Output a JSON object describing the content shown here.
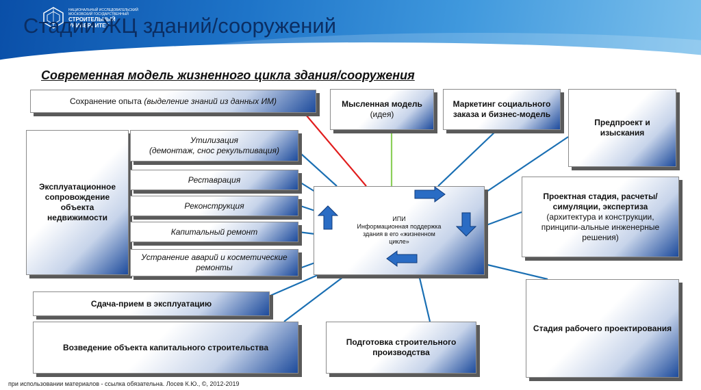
{
  "header": {
    "title": "Стадии ЖЦ зданий/сооружений",
    "logo_small": "НАЦИОНАЛЬНЫЙ ИССЛЕДОВАТЕЛЬСКИЙ МОСКОВСКИЙ ГОСУДАРСТВЕННЫЙ",
    "logo_big": "СТРОИТЕЛЬНЫЙ УНИВЕРСИТЕТ"
  },
  "subtitle": "Современная модель жизненного цикла здания/сооружения",
  "boxes": {
    "experience": {
      "main": "Сохранение опыта",
      "note": "(выделение знаний из данных ИМ)"
    },
    "mental_model": {
      "main": "Мысленная модель",
      "note": "(идея)"
    },
    "marketing": {
      "main": "Маркетинг социального заказа и бизнес-модель"
    },
    "pre_project": {
      "main": "Предпроект и изыскания"
    },
    "operation": {
      "main": "Эксплуатационное сопровождение объекта недвижимости"
    },
    "utilization": {
      "line1": "Утилизация",
      "line2": "(демонтаж, снос рекультивация)"
    },
    "restoration": {
      "main": "Реставрация"
    },
    "reconstruction": {
      "main": "Реконструкция"
    },
    "capital_repair": {
      "main": "Капитальный ремонт"
    },
    "accidents": {
      "main": "Устранение аварий и косметические ремонты"
    },
    "center": {
      "line1": "ИПИ",
      "line2": "Информационная поддержка здания в его «жизненном цикле»"
    },
    "design_stage": {
      "main": "Проектная стадия, расчеты/симуляции, экспертиза",
      "note": "(архитектура и конструкции, принципи-альные инженерные решения)"
    },
    "acceptance": {
      "main": "Сдача-прием в эксплуатацию"
    },
    "construction": {
      "main": "Возведение объекта капитального строительства"
    },
    "preparation": {
      "main": "Подготовка строительного производства"
    },
    "working_design": {
      "main": "Стадия рабочего проектирования"
    }
  },
  "footer": "при использовании материалов - ссылка обязательна. Лосев К.Ю., ©, 2012-2019",
  "colors": {
    "header_blue": "#0a4fa8",
    "title_navy": "#0b2e63",
    "connector_blue": "#1a6fb3",
    "connector_red": "#e11d1d",
    "connector_green": "#8ccf5a",
    "arrow_blue": "#2a6cc4"
  }
}
